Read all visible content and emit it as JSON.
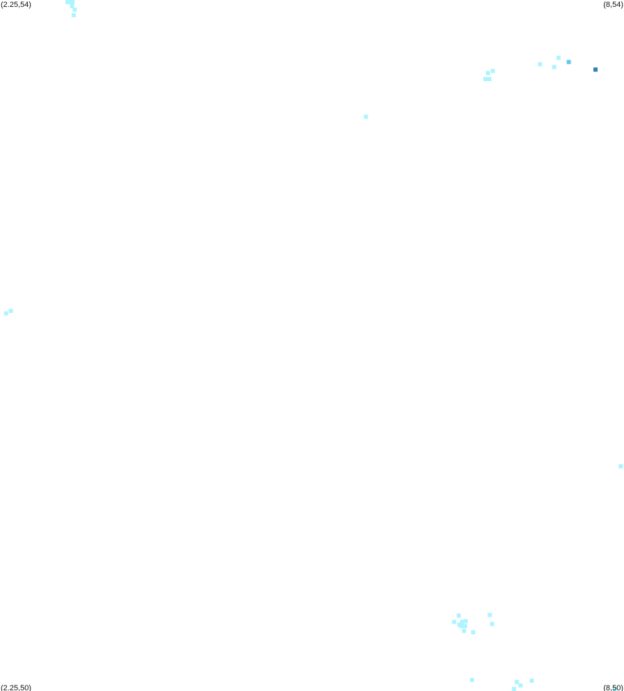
{
  "chart_data": {
    "type": "scatter",
    "title": "",
    "xlabel": "",
    "ylabel": "",
    "xlim": [
      2.25,
      8
    ],
    "ylim": [
      50,
      54
    ],
    "grid": false,
    "legend": "none",
    "corner_labels": {
      "top_left": "(2.25,54)",
      "top_right": "(8,54)",
      "bottom_left": "(2.25,50)",
      "bottom_right": "(8,50)"
    },
    "colors": {
      "light": "#aef4ff",
      "medium": "#5cc8ee",
      "dark": "#2c7fb8"
    },
    "points": [
      {
        "x": 2.872,
        "y": 53.988,
        "level": "light"
      },
      {
        "x": 2.898,
        "y": 53.988,
        "level": "light"
      },
      {
        "x": 2.918,
        "y": 53.988,
        "level": "light"
      },
      {
        "x": 2.913,
        "y": 53.964,
        "level": "light"
      },
      {
        "x": 2.938,
        "y": 53.944,
        "level": "light"
      },
      {
        "x": 2.929,
        "y": 53.912,
        "level": "light"
      },
      {
        "x": 2.306,
        "y": 52.186,
        "level": "light"
      },
      {
        "x": 2.35,
        "y": 52.2,
        "level": "light"
      },
      {
        "x": 5.622,
        "y": 53.324,
        "level": "light"
      },
      {
        "x": 6.723,
        "y": 53.542,
        "level": "light"
      },
      {
        "x": 6.759,
        "y": 53.542,
        "level": "light"
      },
      {
        "x": 6.747,
        "y": 53.577,
        "level": "light"
      },
      {
        "x": 6.791,
        "y": 53.589,
        "level": "light"
      },
      {
        "x": 7.227,
        "y": 53.628,
        "level": "light"
      },
      {
        "x": 7.357,
        "y": 53.612,
        "level": "light"
      },
      {
        "x": 7.397,
        "y": 53.665,
        "level": "light"
      },
      {
        "x": 7.491,
        "y": 53.641,
        "level": "medium"
      },
      {
        "x": 7.737,
        "y": 53.597,
        "level": "dark"
      },
      {
        "x": 7.97,
        "y": 51.301,
        "level": "light"
      },
      {
        "x": 6.478,
        "y": 50.436,
        "level": "light"
      },
      {
        "x": 6.763,
        "y": 50.44,
        "level": "light"
      },
      {
        "x": 6.435,
        "y": 50.4,
        "level": "light"
      },
      {
        "x": 6.508,
        "y": 50.4,
        "level": "light"
      },
      {
        "x": 6.541,
        "y": 50.404,
        "level": "light"
      },
      {
        "x": 6.483,
        "y": 50.384,
        "level": "light"
      },
      {
        "x": 6.5,
        "y": 50.376,
        "level": "light"
      },
      {
        "x": 6.536,
        "y": 50.376,
        "level": "light"
      },
      {
        "x": 6.785,
        "y": 50.388,
        "level": "light"
      },
      {
        "x": 6.526,
        "y": 50.348,
        "level": "light"
      },
      {
        "x": 6.61,
        "y": 50.34,
        "level": "light"
      },
      {
        "x": 6.599,
        "y": 50.064,
        "level": "light"
      },
      {
        "x": 7.012,
        "y": 50.052,
        "level": "light"
      },
      {
        "x": 7.15,
        "y": 50.06,
        "level": "light"
      },
      {
        "x": 7.047,
        "y": 50.032,
        "level": "light"
      },
      {
        "x": 6.986,
        "y": 50.008,
        "level": "light"
      },
      {
        "x": 7.915,
        "y": 50.004,
        "level": "light"
      }
    ]
  }
}
